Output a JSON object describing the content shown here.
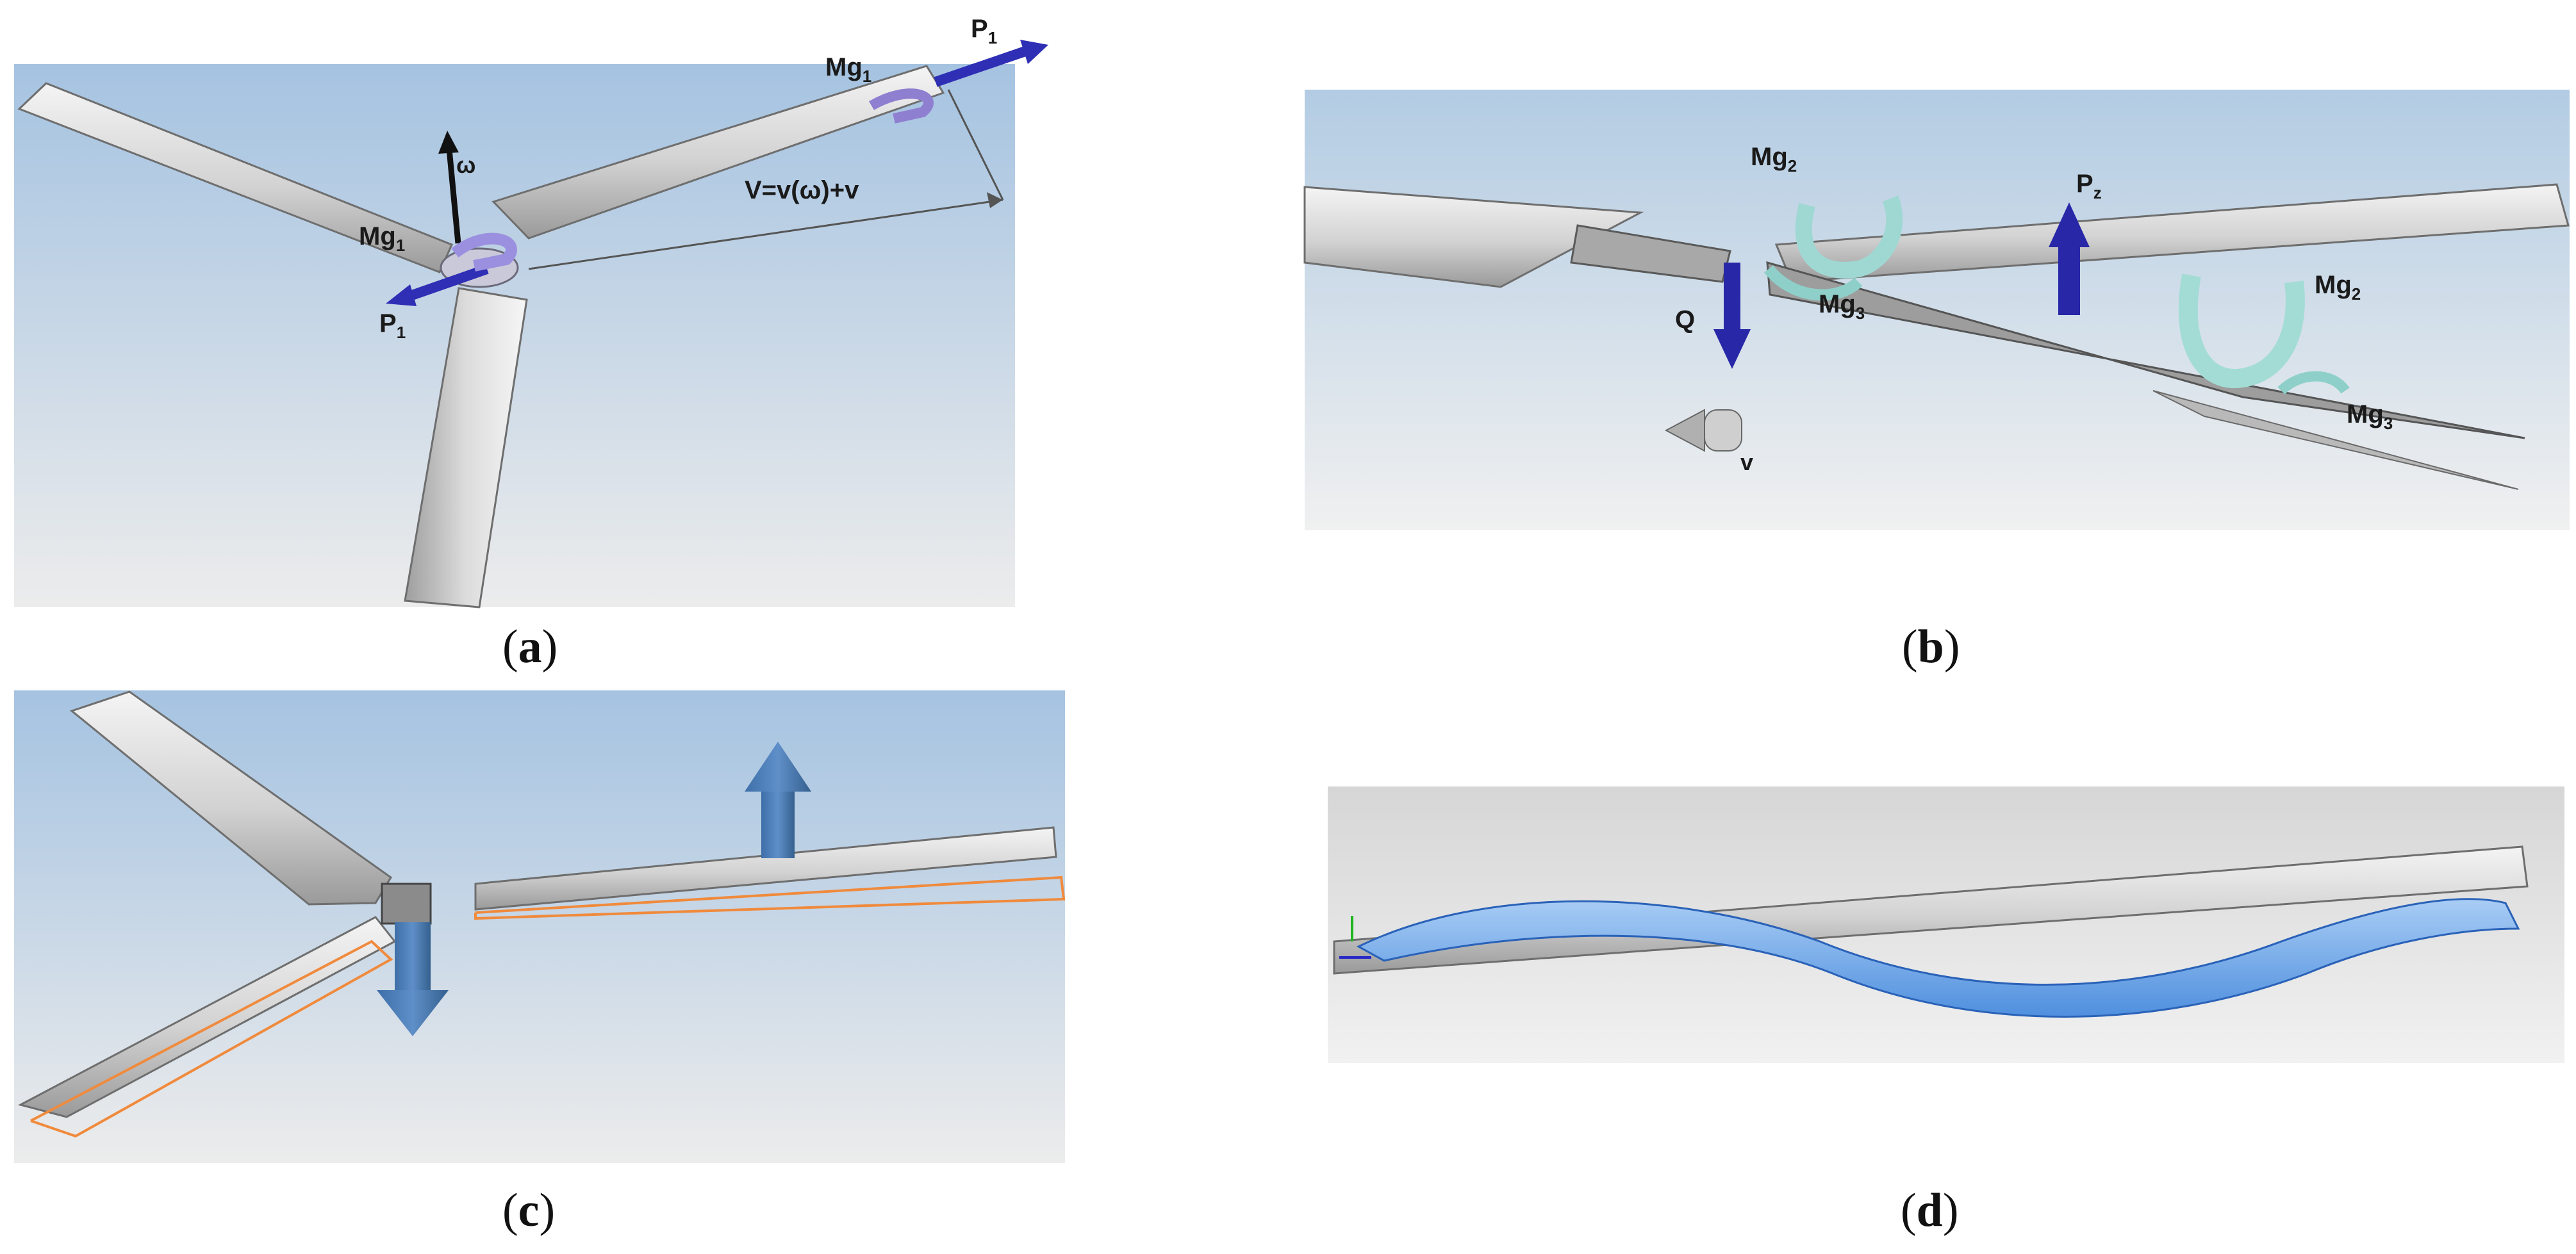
{
  "panels": {
    "a": {
      "caption_letter": "a",
      "labels": {
        "omega": "ω",
        "mg1_top": "Mg",
        "mg1_top_sub": "1",
        "mg1_left": "Mg",
        "mg1_left_sub": "1",
        "p1_top": "P",
        "p1_top_sub": "1",
        "p1_left": "P",
        "p1_left_sub": "1",
        "velocity": "V=v(ω)+v"
      }
    },
    "b": {
      "caption_letter": "b",
      "labels": {
        "mg2_left": "Mg",
        "mg2_left_sub": "2",
        "mg3_left": "Mg",
        "mg3_left_sub": "3",
        "pz": "P",
        "pz_sub": "z",
        "mg2_right": "Mg",
        "mg2_right_sub": "2",
        "mg3_right": "Mg",
        "mg3_right_sub": "3",
        "q": "Q",
        "v": "v"
      }
    },
    "c": {
      "caption_letter": "c"
    },
    "d": {
      "caption_letter": "d"
    }
  },
  "colors": {
    "sky_top": "#a9c6e2",
    "sky_bottom": "#ececec",
    "blade": "#d4d4d4",
    "blade_light": "#f2f2f2",
    "blade_dark": "#8c8c8c",
    "force_arrow": "#2626a8",
    "moment_arrow": "#a7dcd6",
    "deformation": "#f08a3c",
    "twist_surface": "#7fb2ee"
  }
}
